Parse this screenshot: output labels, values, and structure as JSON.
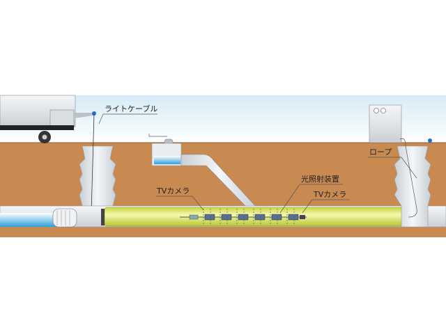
{
  "labels": {
    "light_cable": "ライトケーブル",
    "tv_camera_left": "TVカメラ",
    "light_irradiation_device": "光照射装置",
    "tv_camera_right": "TVカメラ",
    "rope": "ロープ"
  },
  "colors": {
    "soil": "#c98a52",
    "sky_top": "#d8ecf6",
    "liner": "#e6ef7a",
    "water": "#3fa9e0",
    "pipe": "#e4e8ec"
  }
}
